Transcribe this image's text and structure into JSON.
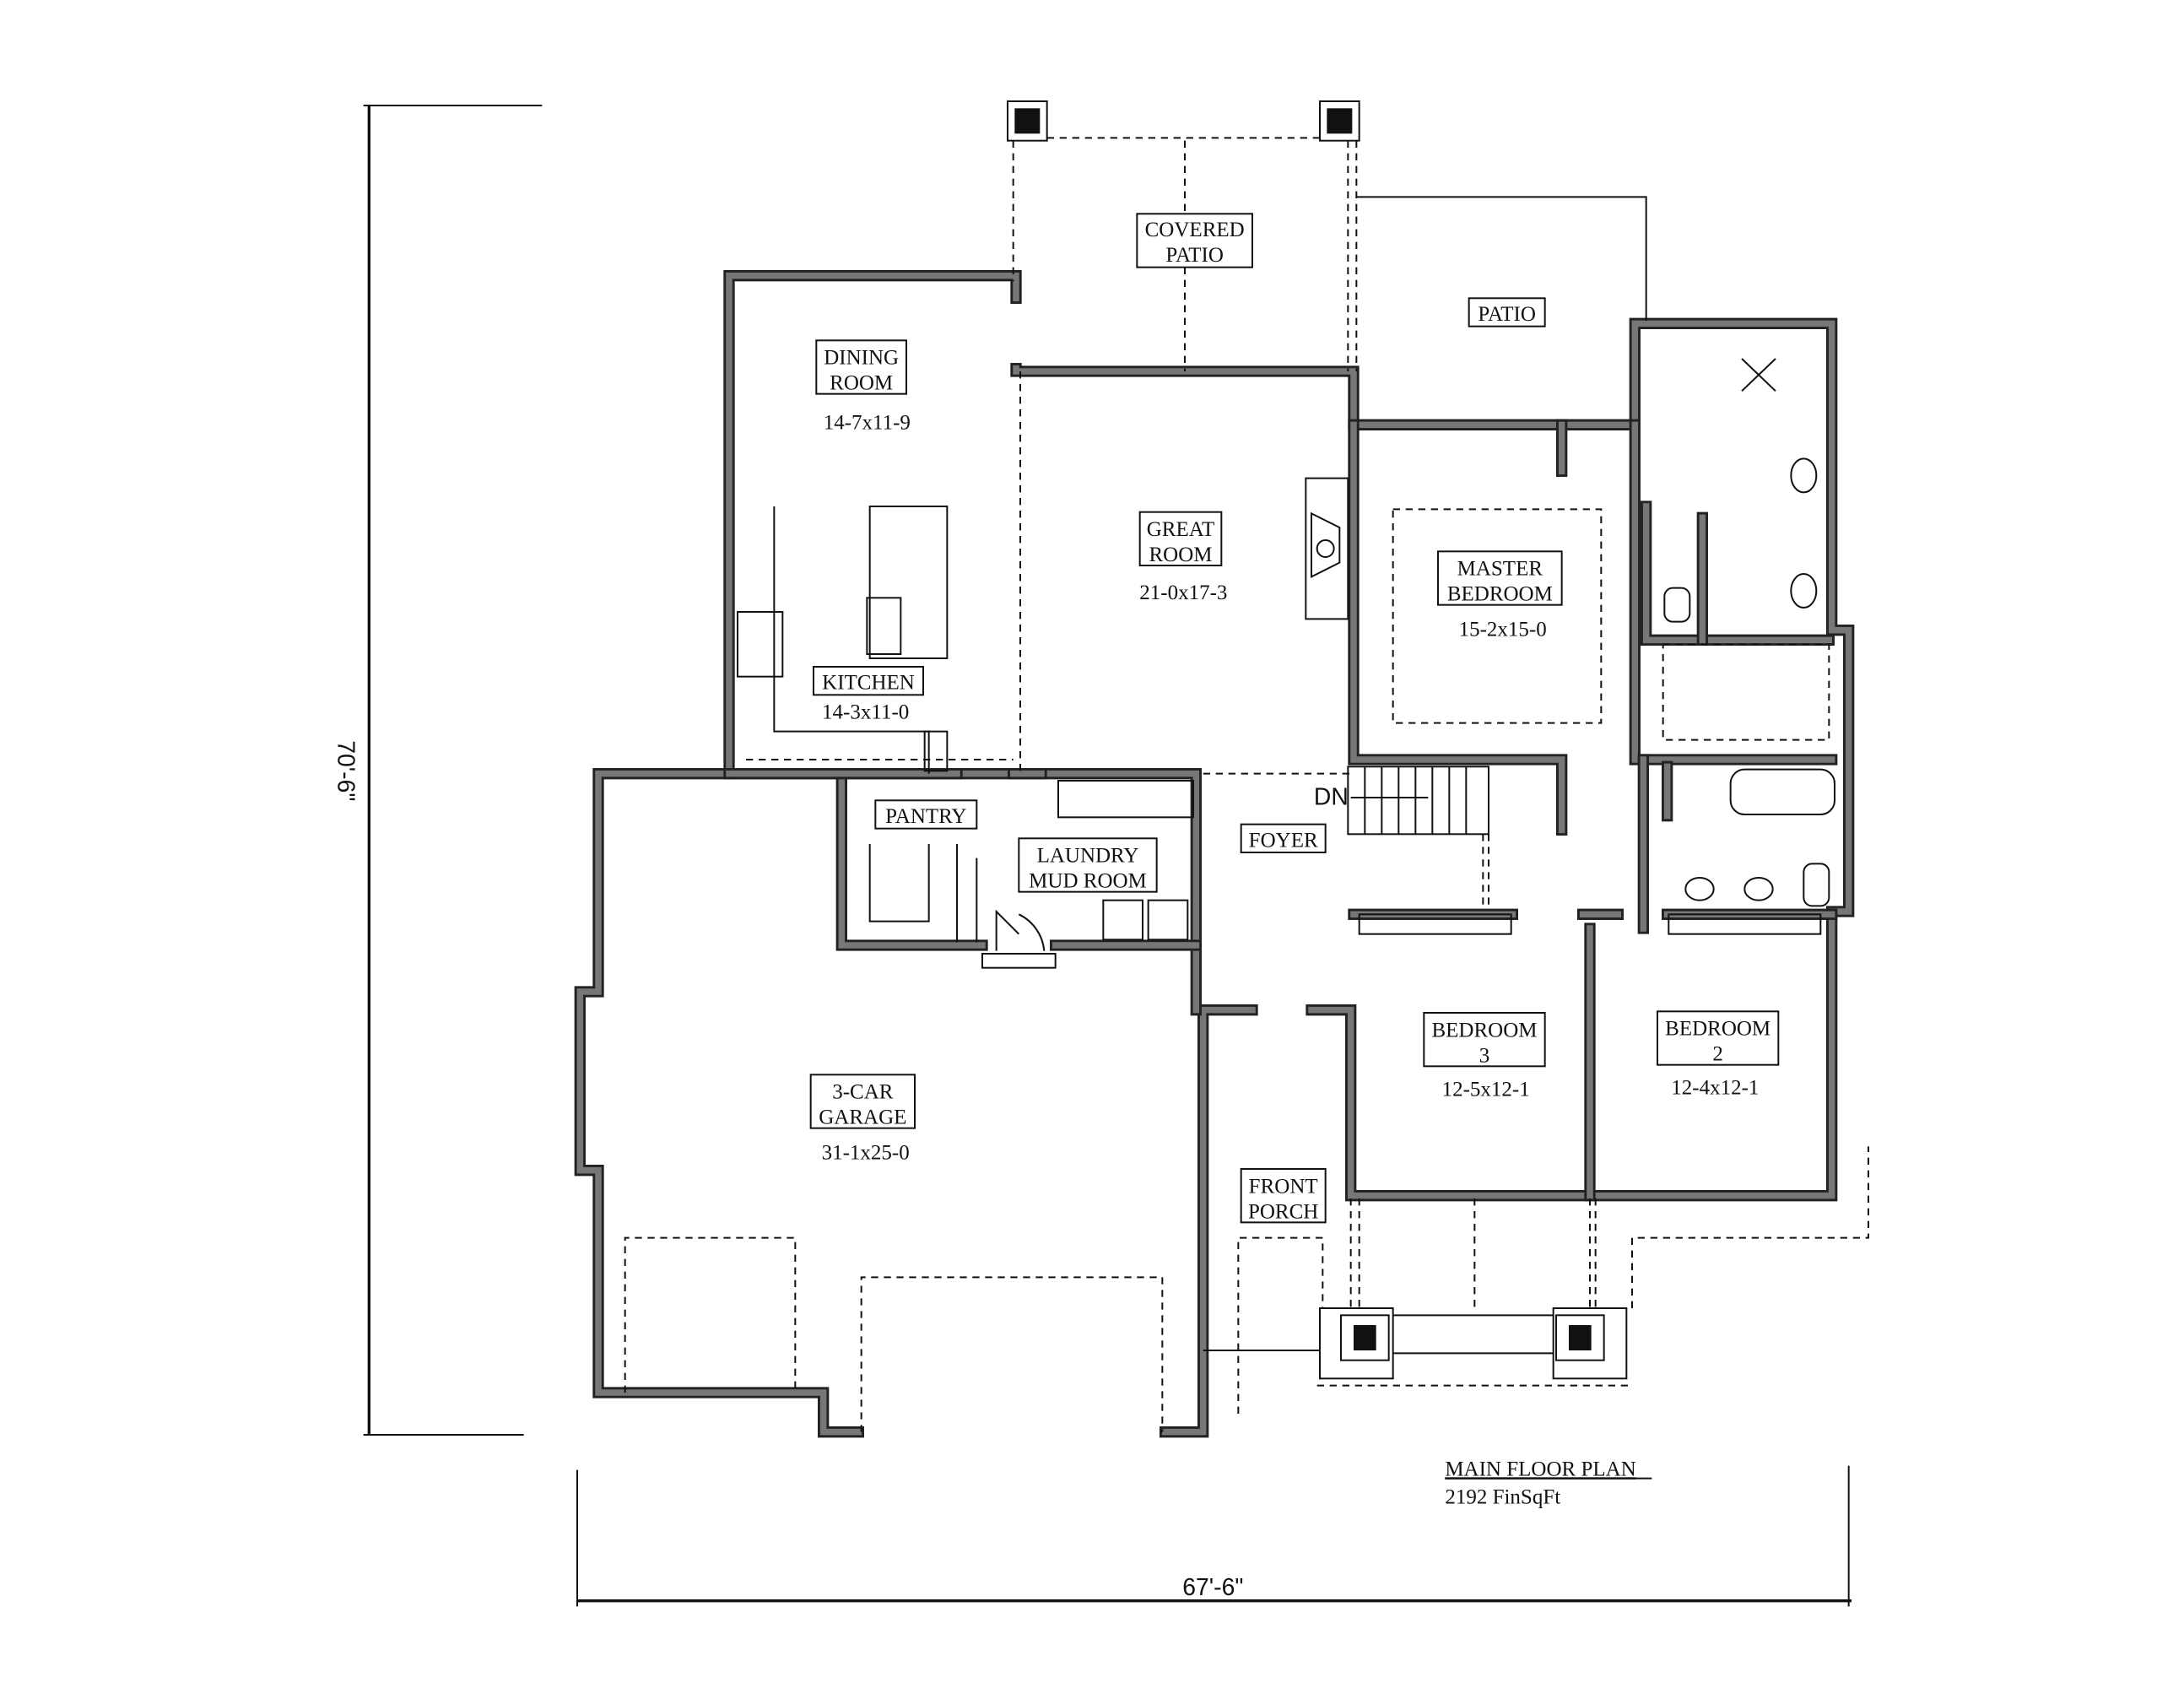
{
  "title": {
    "name": "MAIN FLOOR PLAN",
    "area": "2192 FinSqFt"
  },
  "dimensions": {
    "depth": "70'-6\"",
    "width": "67'-6\""
  },
  "rooms": {
    "covered_patio": {
      "line1": "COVERED",
      "line2": "PATIO"
    },
    "patio": {
      "line1": "PATIO"
    },
    "dining": {
      "line1": "DINING",
      "line2": "ROOM",
      "size": "14-7x11-9"
    },
    "great": {
      "line1": "GREAT",
      "line2": "ROOM",
      "size": "21-0x17-3"
    },
    "master": {
      "line1": "MASTER",
      "line2": "BEDROOM",
      "size": "15-2x15-0"
    },
    "kitchen": {
      "line1": "KITCHEN",
      "size": "14-3x11-0"
    },
    "pantry": {
      "line1": "PANTRY"
    },
    "laundry": {
      "line1": "LAUNDRY",
      "line2": "MUD ROOM"
    },
    "foyer": {
      "line1": "FOYER"
    },
    "stairs": {
      "label": "DN"
    },
    "garage": {
      "line1": "3-CAR",
      "line2": "GARAGE",
      "size": "31-1x25-0"
    },
    "front_porch": {
      "line1": "FRONT",
      "line2": "PORCH"
    },
    "bedroom3": {
      "line1": "BEDROOM",
      "line2": "3",
      "size": "12-5x12-1"
    },
    "bedroom2": {
      "line1": "BEDROOM",
      "line2": "2",
      "size": "12-4x12-1"
    }
  }
}
